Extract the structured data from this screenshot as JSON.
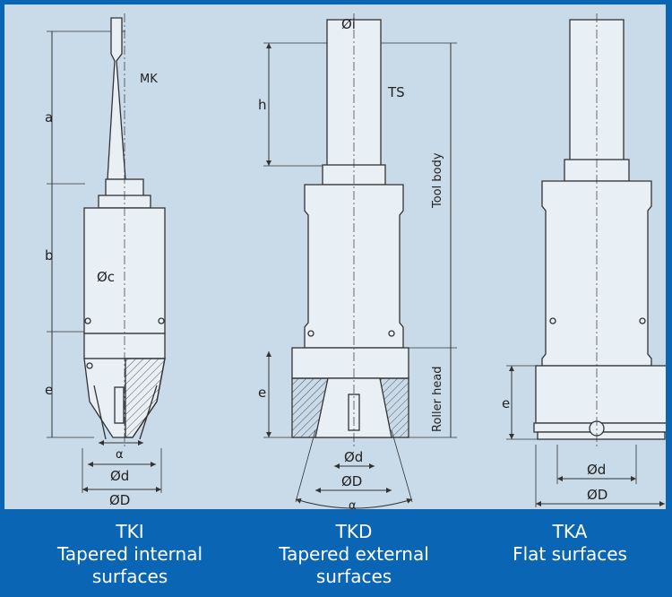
{
  "labels": {
    "tki": {
      "a": "a",
      "b": "b",
      "e": "e",
      "mk": "MK",
      "c": "Øc",
      "alpha": "α",
      "d": "Ød",
      "D": "ØD"
    },
    "tkd": {
      "i": "Øi",
      "h": "h",
      "ts": "TS",
      "tool_body": "Tool body",
      "roller_head": "Roller head",
      "e": "e",
      "d": "Ød",
      "D": "ØD",
      "alpha": "α"
    },
    "tka": {
      "e": "e",
      "d": "Ød",
      "D": "ØD"
    }
  },
  "captions": [
    {
      "code": "TKI",
      "desc1": "Tapered internal",
      "desc2": "surfaces"
    },
    {
      "code": "TKD",
      "desc1": "Tapered external",
      "desc2": "surfaces"
    },
    {
      "code": "TKA",
      "desc1": "Flat surfaces",
      "desc2": ""
    }
  ],
  "colors": {
    "frame": "#0a66b4",
    "panel": "#c9dae8",
    "tool_fill": "#e9f0f5",
    "line": "#333333"
  }
}
